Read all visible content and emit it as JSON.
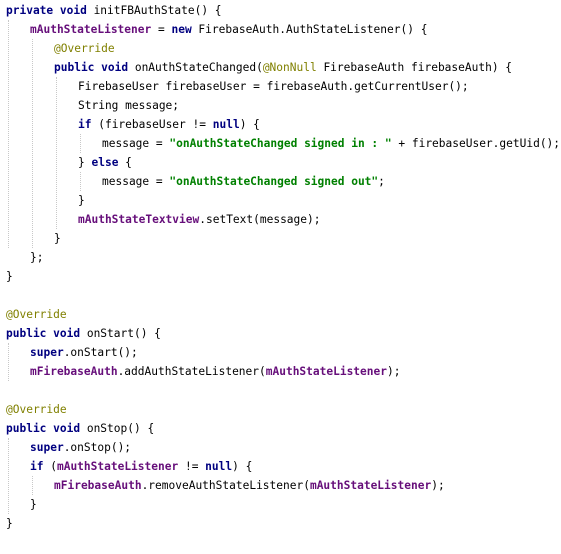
{
  "colors": {
    "background": "#ffffff",
    "keyword": "#000080",
    "field": "#660e7a",
    "string": "#008000",
    "annotation": "#808000",
    "text": "#000000",
    "guide": "#c8c8c8"
  },
  "lines": [
    [
      [
        "kw",
        "private void "
      ],
      [
        "plain",
        "initFBAuthState() {"
      ]
    ],
    [
      [
        "field",
        "mAuthStateListener"
      ],
      [
        "plain",
        " = "
      ],
      [
        "kw",
        "new "
      ],
      [
        "plain",
        "FirebaseAuth.AuthStateListener() {"
      ]
    ],
    [
      [
        "ann",
        "@Override"
      ]
    ],
    [
      [
        "kw",
        "public void "
      ],
      [
        "plain",
        "onAuthStateChanged("
      ],
      [
        "ann",
        "@NonNull "
      ],
      [
        "plain",
        "FirebaseAuth firebaseAuth) {"
      ]
    ],
    [
      [
        "plain",
        "FirebaseUser firebaseUser = firebaseAuth.getCurrentUser();"
      ]
    ],
    [
      [
        "plain",
        "String message;"
      ]
    ],
    [
      [
        "kw",
        "if "
      ],
      [
        "plain",
        "(firebaseUser != "
      ],
      [
        "kw",
        "null"
      ],
      [
        "plain",
        ") {"
      ]
    ],
    [
      [
        "plain",
        "message = "
      ],
      [
        "str",
        "\"onAuthStateChanged signed in : \""
      ],
      [
        "plain",
        " + firebaseUser.getUid();"
      ]
    ],
    [
      [
        "plain",
        "} "
      ],
      [
        "kw",
        "else "
      ],
      [
        "plain",
        "{"
      ]
    ],
    [
      [
        "plain",
        "message = "
      ],
      [
        "str",
        "\"onAuthStateChanged signed out\""
      ],
      [
        "plain",
        ";"
      ]
    ],
    [
      [
        "plain",
        "}"
      ]
    ],
    [
      [
        "field",
        "mAuthStateTextview"
      ],
      [
        "plain",
        ".setText(message);"
      ]
    ],
    [
      [
        "plain",
        "}"
      ]
    ],
    [
      [
        "plain",
        "};"
      ]
    ],
    [
      [
        "plain",
        "}"
      ]
    ],
    [],
    [
      [
        "ann",
        "@Override"
      ]
    ],
    [
      [
        "kw",
        "public void "
      ],
      [
        "plain",
        "onStart() {"
      ]
    ],
    [
      [
        "kw",
        "super"
      ],
      [
        "plain",
        ".onStart();"
      ]
    ],
    [
      [
        "field",
        "mFirebaseAuth"
      ],
      [
        "plain",
        ".addAuthStateListener("
      ],
      [
        "field",
        "mAuthStateListener"
      ],
      [
        "plain",
        ");"
      ]
    ],
    [],
    [
      [
        "ann",
        "@Override"
      ]
    ],
    [
      [
        "kw",
        "public void "
      ],
      [
        "plain",
        "onStop() {"
      ]
    ],
    [
      [
        "kw",
        "super"
      ],
      [
        "plain",
        ".onStop();"
      ]
    ],
    [
      [
        "kw",
        "if "
      ],
      [
        "plain",
        "("
      ],
      [
        "field",
        "mAuthStateListener"
      ],
      [
        "plain",
        " != "
      ],
      [
        "kw",
        "null"
      ],
      [
        "plain",
        ") {"
      ]
    ],
    [
      [
        "field",
        "mFirebaseAuth"
      ],
      [
        "plain",
        ".removeAuthStateListener("
      ],
      [
        "field",
        "mAuthStateListener"
      ],
      [
        "plain",
        ");"
      ]
    ],
    [
      [
        "plain",
        "}"
      ]
    ],
    [
      [
        "plain",
        "}"
      ]
    ]
  ]
}
